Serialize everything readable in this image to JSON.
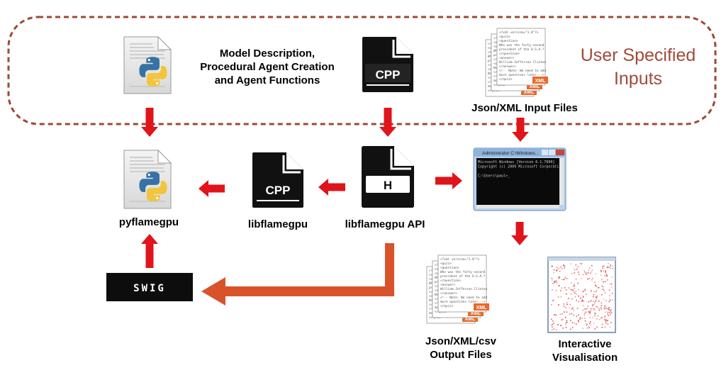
{
  "region": {
    "label_line1": "User Specified",
    "label_line2": "Inputs",
    "border_color": "#9c4a32"
  },
  "labels": {
    "model_description": [
      "Model Description,",
      "Procedural Agent Creation",
      "and Agent Functions"
    ],
    "json_xml_input": "Json/XML Input Files",
    "pyflamegpu": "pyflamegpu",
    "libflamegpu": "libflamegpu",
    "libflamegpu_api": "libflamegpu API",
    "json_xml_csv_output": [
      "Json/XML/csv",
      "Output Files"
    ],
    "interactive_visualisation": [
      "Interactive",
      "Visualisation"
    ]
  },
  "icons": {
    "cpp_text": "CPP",
    "h_text": "H",
    "xml_badge": "XML",
    "swig_text": "SWIG",
    "console_title": "Administrator C:\\Windows...",
    "console_lines": [
      "Microsoft Windows [Version 6.1.7600]",
      "Copyright (c) 2009 Microsoft Corporati",
      "",
      "C:\\Users\\paul>_"
    ],
    "xml_lines": [
      "<?xml version=\"1.0\"?>",
      "<quiz>",
      " <question>",
      "  Who was the forty-second",
      "  president of the U.S.A.?",
      " </question>",
      " <answer>",
      "  William Jefferson Clinton",
      " </answer>",
      " <!-- Note: We need to add",
      "  more questions later.-->",
      "</quiz>"
    ]
  },
  "colors": {
    "arrow_red": "#e0141b",
    "arrow_orange": "#d9532a",
    "badge_orange": "#e8692a",
    "viz_dots": "#d84a4a"
  }
}
